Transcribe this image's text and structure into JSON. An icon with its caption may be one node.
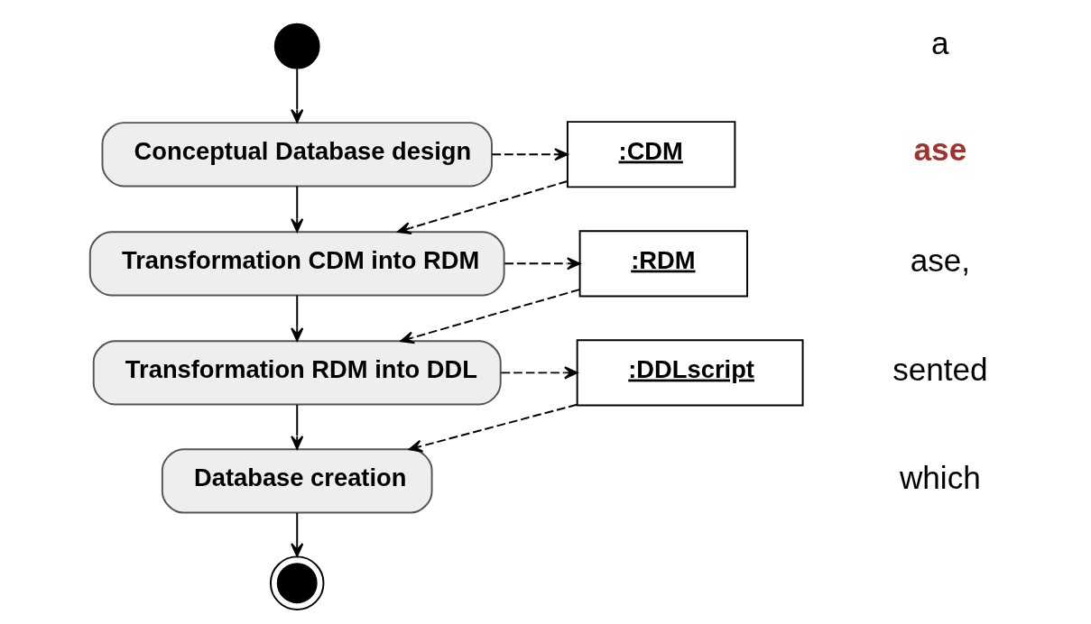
{
  "diagram": {
    "nodes": [
      {
        "text": [],
        "shape": "circle"
      },
      {
        "text": [
          "Conceptual Database design"
        ]
      },
      {
        "text": [
          ":CDM"
        ]
      },
      {
        "text": [
          "Transformation CDM into RDM"
        ]
      },
      {
        "text": [
          ":RDM"
        ]
      },
      {
        "text": [
          "Transformation RDM into DDL"
        ]
      },
      {
        "text": [
          ":DDLscript"
        ]
      },
      {
        "text": [
          "Database creation"
        ]
      },
      {
        "text": [],
        "shape": "circle"
      }
    ],
    "edges": [
      {
        "from": 0,
        "to": 1,
        "arrow": "to"
      },
      {
        "from": 1,
        "to": 2,
        "arrow": "to",
        "style": "dashed"
      },
      {
        "from": 2,
        "to": 3,
        "arrow": "to",
        "style": "dashed"
      },
      {
        "from": 1,
        "to": 3,
        "arrow": "to"
      },
      {
        "from": 3,
        "to": 4,
        "arrow": "to",
        "style": "dashed"
      },
      {
        "from": 4,
        "to": 5,
        "arrow": "to",
        "style": "dashed"
      },
      {
        "from": 3,
        "to": 5,
        "arrow": "to"
      },
      {
        "from": 5,
        "to": 6,
        "arrow": "to",
        "style": "dashed"
      },
      {
        "from": 6,
        "to": 7,
        "arrow": "to",
        "style": "dashed"
      },
      {
        "from": 5,
        "to": 7,
        "arrow": "to"
      },
      {
        "from": 7,
        "to": 8,
        "arrow": "to"
      }
    ],
    "labels": [
      "a",
      "ase",
      "ase,",
      "sented",
      "which"
    ]
  }
}
